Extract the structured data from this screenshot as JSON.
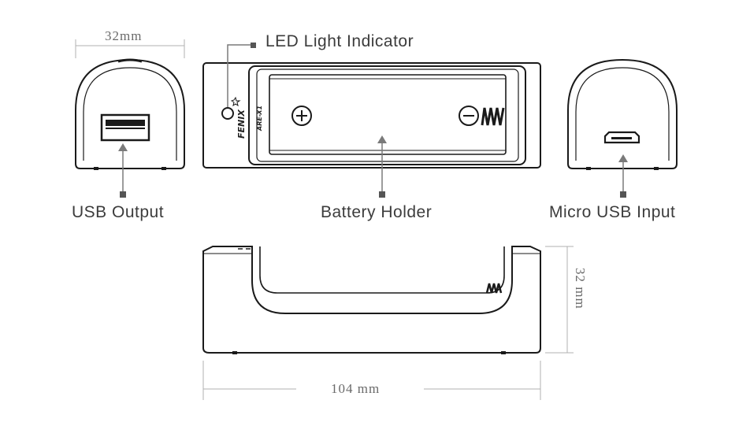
{
  "labels": {
    "led": "LED Light Indicator",
    "usb_output": "USB Output",
    "battery_holder": "Battery Holder",
    "micro_usb": "Micro USB Input"
  },
  "dimensions": {
    "width_top": "32mm",
    "height_side": "32 mm",
    "length": "104 mm"
  },
  "branding": {
    "logo": "FENIX",
    "model": "ARE-X1"
  },
  "colors": {
    "line": "#1a1a1a",
    "leader": "#7a7a7a",
    "dimension": "#b0b0b0"
  }
}
